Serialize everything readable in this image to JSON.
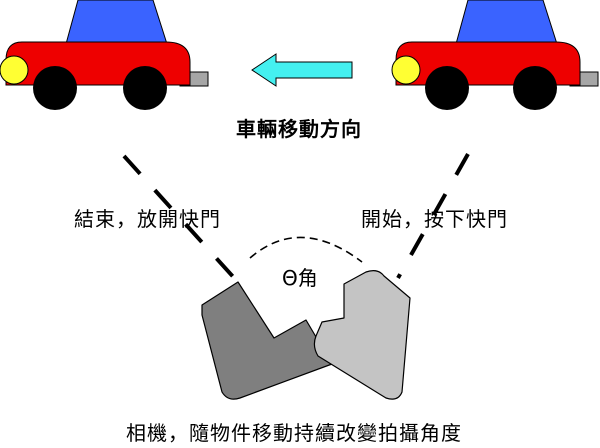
{
  "labels": {
    "direction": "車輛移動方向",
    "end": "結束，放開快門",
    "start": "開始，按下快門",
    "angle": "Θ角",
    "caption": "相機，隨物件移動持續改變拍攝角度"
  },
  "colors": {
    "car_body": "#ee0000",
    "car_roof": "#3a63ff",
    "wheel": "#000000",
    "headlight": "#ffff33",
    "bumper": "#a6a6a6",
    "arrow": "#44f0f0",
    "camera_end": "#7f7f7f",
    "camera_start": "#c4c4c4",
    "sight_line": "#000000"
  }
}
